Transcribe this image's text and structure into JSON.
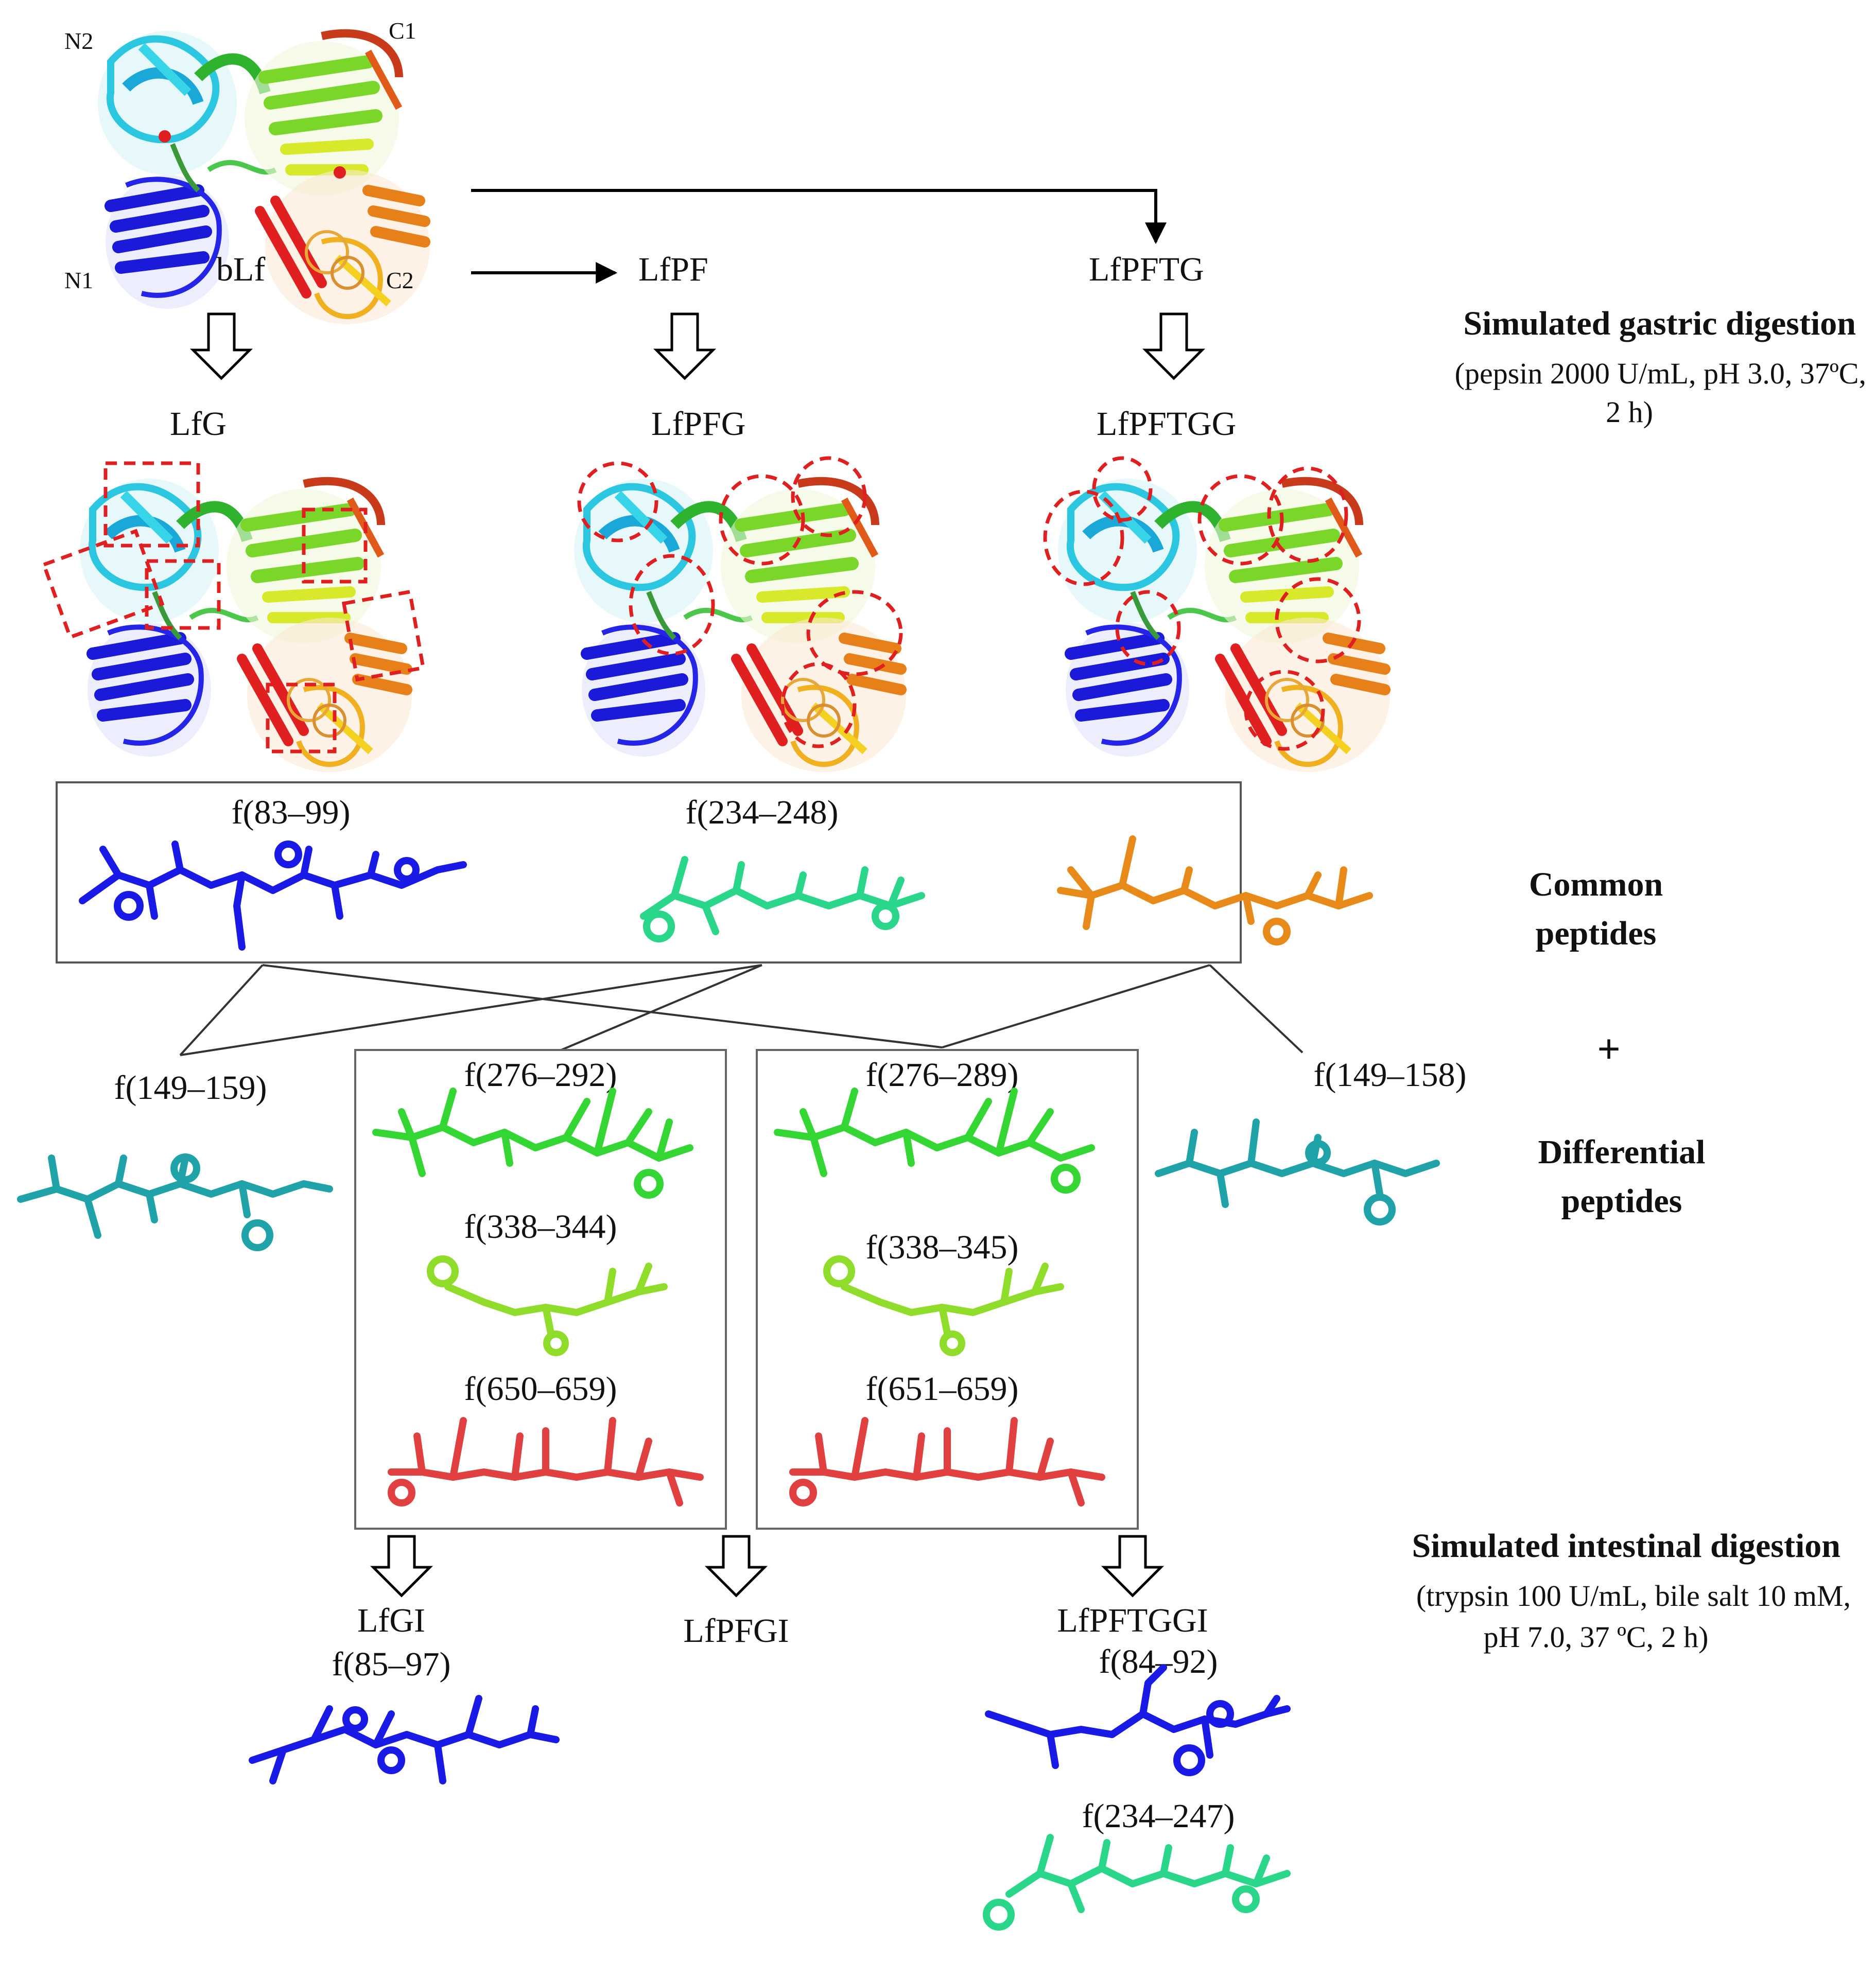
{
  "colors": {
    "peptide_blue": "#1a1ae6",
    "peptide_teal": "#1fa3a8",
    "peptide_green": "#33d633",
    "peptide_lime": "#8fdc2a",
    "peptide_red": "#e04040",
    "peptide_orange": "#e88a1a",
    "peptide_seagreen": "#2ad68a",
    "dashed_marker": "#e02020"
  },
  "structure": {
    "bLf": "bLf",
    "lobes": {
      "n2": "N2",
      "c1": "C1",
      "n1": "N1",
      "c2": "C2"
    }
  },
  "products": {
    "lfpf": "LfPF",
    "lfpftg": "LfPFTG",
    "lfg": "LfG",
    "lfpfg": "LfPFG",
    "lfpftgg": "LfPFTGG",
    "lfgi": "LfGI",
    "lfpfgi": "LfPFGI",
    "lfpftggi": "LfPFTGGI"
  },
  "gastric": {
    "title": "Simulated gastric digestion",
    "line1": "(pepsin 2000 U/mL, pH 3.0, 37ºC,",
    "line2": "2 h)"
  },
  "intestinal": {
    "title": "Simulated intestinal digestion",
    "line1": "(trypsin 100 U/mL, bile salt 10 mM,",
    "line2": "pH 7.0, 37 ºC, 2 h)"
  },
  "side": {
    "common1": "Common",
    "common2": "peptides",
    "plus": "+",
    "diff1": "Differential",
    "diff2": "peptides"
  },
  "common_peptides": {
    "f83_99": "f(83–99)",
    "f234_248": "f(234–248)"
  },
  "differential_peptides": {
    "f149_159": "f(149–159)",
    "f276_292": "f(276–292)",
    "f338_344": "f(338–344)",
    "f650_659": "f(650–659)",
    "f276_289": "f(276–289)",
    "f338_345": "f(338–345)",
    "f651_659": "f(651–659)",
    "f149_158": "f(149–158)"
  },
  "intestinal_peptides": {
    "f85_97": "f(85–97)",
    "f84_92": "f(84–92)",
    "f234_247": "f(234–247)"
  }
}
